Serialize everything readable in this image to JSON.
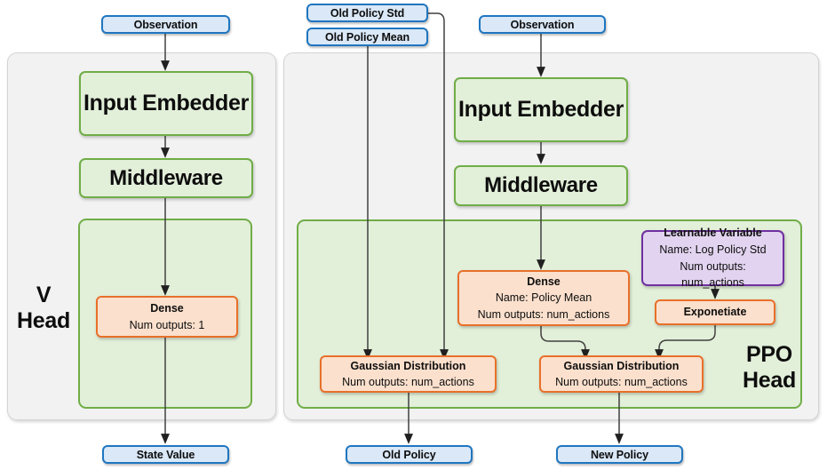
{
  "diagram": {
    "title": "PPO network architecture (V Head and PPO Head)",
    "colors": {
      "io_fill": "#dae8f7",
      "io_stroke": "#1f76c0",
      "process_fill": "#e2efd9",
      "process_stroke": "#70ad47",
      "op_fill": "#fbe0cd",
      "op_stroke": "#e8702a",
      "variable_fill": "#e2d4f0",
      "variable_stroke": "#7030a0",
      "group_fill": "#f2f2f2",
      "group_stroke": "#d4d4d4",
      "edge_stroke": "#404040"
    }
  },
  "v_head": {
    "caption_line1": "V",
    "caption_line2": "Head",
    "input": {
      "label": "Observation"
    },
    "input_embedder": {
      "label": "Input Embedder"
    },
    "middleware": {
      "label": "Middleware"
    },
    "dense": {
      "title": "Dense",
      "num_outputs": "Num outputs: 1"
    },
    "output": {
      "label": "State Value"
    }
  },
  "ppo_head": {
    "caption_line1": "PPO",
    "caption_line2": "Head",
    "inputs": [
      {
        "label": "Old Policy Std"
      },
      {
        "label": "Old Policy Mean"
      },
      {
        "label": "Observation"
      }
    ],
    "input_embedder": {
      "label": "Input Embedder"
    },
    "middleware": {
      "label": "Middleware"
    },
    "dense_policy_mean": {
      "title": "Dense",
      "name": "Name: Policy Mean",
      "num_outputs": "Num outputs: num_actions"
    },
    "learnable_variable": {
      "title": "Learnable Variable",
      "name": "Name: Log Policy Std",
      "num_outputs": "Num outputs: num_actions"
    },
    "exponetiate": {
      "label": "Exponetiate"
    },
    "gaussian_old": {
      "title": "Gaussian Distribution",
      "num_outputs": "Num outputs: num_actions"
    },
    "gaussian_new": {
      "title": "Gaussian Distribution",
      "num_outputs": "Num outputs: num_actions"
    },
    "outputs": [
      {
        "label": "Old Policy"
      },
      {
        "label": "New Policy"
      }
    ]
  }
}
